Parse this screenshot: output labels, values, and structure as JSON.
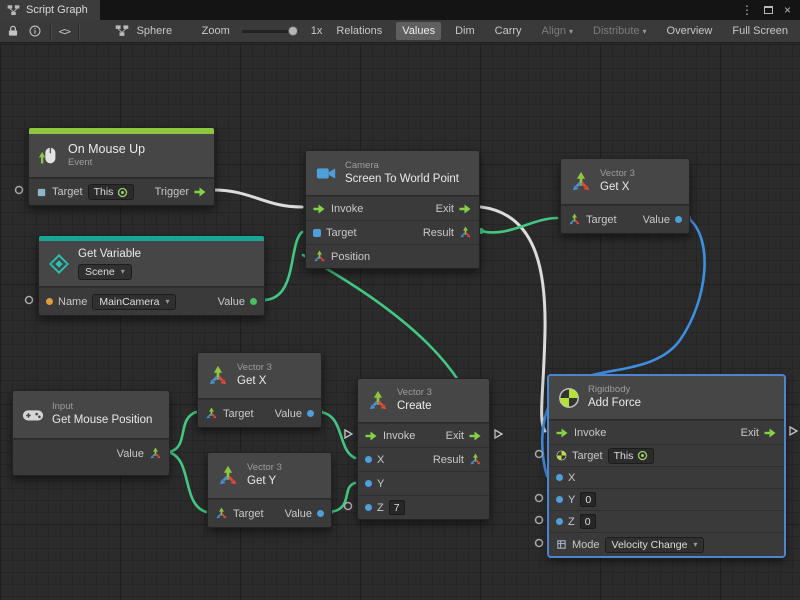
{
  "tab_bar": {
    "title": "Script Graph"
  },
  "icons": {
    "caret_down": "▾",
    "menu": "⋮",
    "close": "×",
    "code": "<>"
  },
  "toolbar": {
    "target_name": "Sphere",
    "zoom_label": "Zoom",
    "zoom_value": "1x",
    "relations": "Relations",
    "values": "Values",
    "dim": "Dim",
    "carry": "Carry",
    "align": "Align",
    "distribute": "Distribute",
    "overview": "Overview",
    "full_screen": "Full Screen"
  },
  "nodes": {
    "on_mouse_up": {
      "title": "On Mouse Up",
      "subtitle": "Event",
      "target_label": "Target",
      "this_label": "This",
      "trigger_label": "Trigger"
    },
    "screen_to_world": {
      "category": "Camera",
      "title": "Screen To World Point",
      "invoke_label": "Invoke",
      "exit_label": "Exit",
      "target_label": "Target",
      "result_label": "Result",
      "position_label": "Position"
    },
    "get_x_top": {
      "category": "Vector 3",
      "title": "Get X",
      "target_label": "Target",
      "value_label": "Value"
    },
    "get_variable": {
      "title": "Get Variable",
      "scope_value": "Scene",
      "name_label": "Name",
      "name_value": "MainCamera",
      "value_label": "Value"
    },
    "get_x_mid": {
      "category": "Vector 3",
      "title": "Get X",
      "target_label": "Target",
      "value_label": "Value"
    },
    "get_mouse_position": {
      "category": "Input",
      "title": "Get Mouse Position",
      "value_label": "Value"
    },
    "get_y": {
      "category": "Vector 3",
      "title": "Get Y",
      "target_label": "Target",
      "value_label": "Value"
    },
    "create": {
      "category": "Vector 3",
      "title": "Create",
      "invoke_label": "Invoke",
      "exit_label": "Exit",
      "x_label": "X",
      "result_label": "Result",
      "y_label": "Y",
      "z_label": "Z",
      "z_value": "7"
    },
    "add_force": {
      "category": "Rigidbody",
      "title": "Add Force",
      "invoke_label": "Invoke",
      "exit_label": "Exit",
      "target_label": "Target",
      "this_label": "This",
      "x_label": "X",
      "y_label": "Y",
      "y_value": "0",
      "z_label": "Z",
      "z_value": "0",
      "mode_label": "Mode",
      "mode_value": "Velocity Change"
    }
  },
  "colors": {
    "event_accent": "#8dc63f",
    "variable_accent": "#18a594",
    "selection": "#4d86cf",
    "control_port": "#85d24a"
  }
}
